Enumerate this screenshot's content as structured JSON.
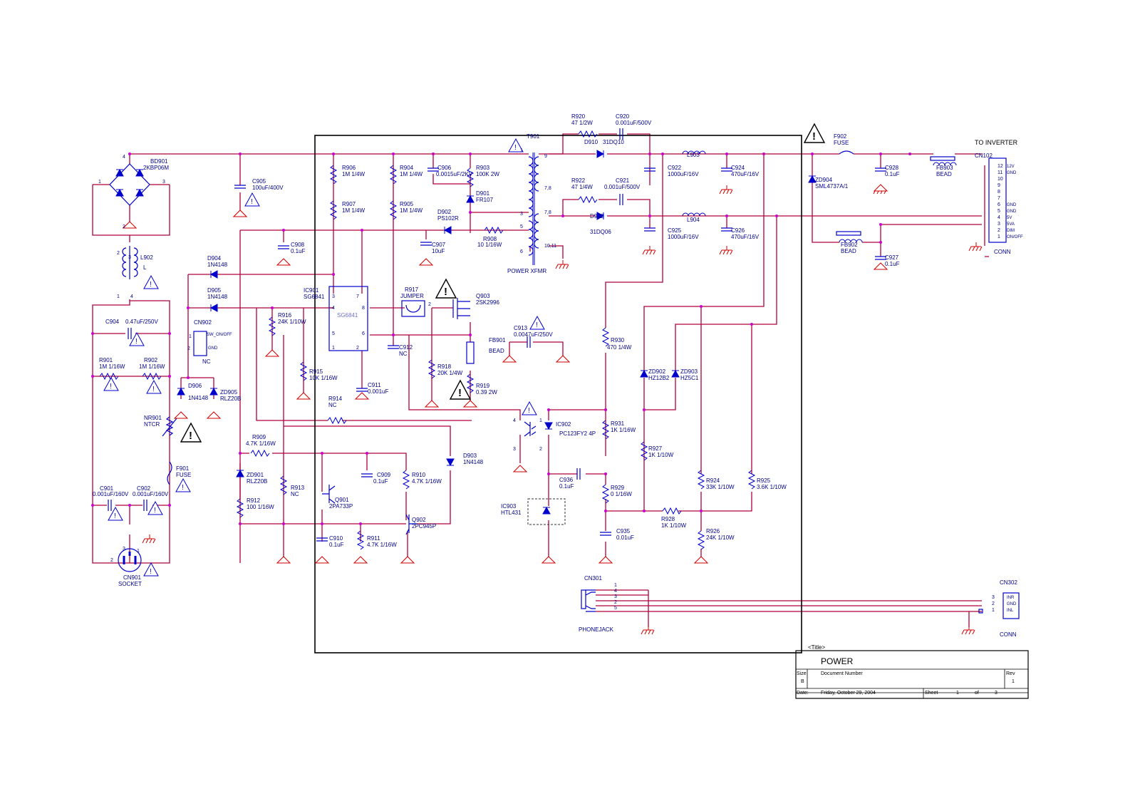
{
  "title_block": {
    "tag": "<Title>",
    "title": "POWER",
    "size_label": "Size",
    "size_value": "B",
    "docnum_label": "Document Number",
    "rev_label": "Rev",
    "rev_value": "1",
    "date_label": "Date:",
    "date_value": "Friday, October 29, 2004",
    "sheet_label": "Sheet",
    "sheet_value": "1",
    "of_label": "of",
    "of_value": "3"
  },
  "notes": {
    "to_inverter": "TO INVERTER",
    "power_xfmr": "POWER XFMR",
    "phonejack": "PHONEJACK"
  },
  "cn102": {
    "ref": "CN102",
    "type": "CONN",
    "pins": [
      {
        "n": "12",
        "sig": "12V"
      },
      {
        "n": "11",
        "sig": "GND"
      },
      {
        "n": "10",
        "sig": ""
      },
      {
        "n": "9",
        "sig": ""
      },
      {
        "n": "8",
        "sig": ""
      },
      {
        "n": "7",
        "sig": ""
      },
      {
        "n": "6",
        "sig": "GND"
      },
      {
        "n": "5",
        "sig": "GND"
      },
      {
        "n": "4",
        "sig": "5V"
      },
      {
        "n": "3",
        "sig": "5VA"
      },
      {
        "n": "2",
        "sig": "DIM"
      },
      {
        "n": "1",
        "sig": "ON/OFF"
      }
    ]
  },
  "cn302": {
    "ref": "CN302",
    "type": "CONN",
    "pins": [
      {
        "n": "3",
        "sig": "INR"
      },
      {
        "n": "2",
        "sig": "GND"
      },
      {
        "n": "1",
        "sig": "INL"
      }
    ]
  },
  "cn301": {
    "ref": "CN301",
    "pins": [
      "1",
      "4",
      "3",
      "2",
      "5"
    ]
  },
  "cn902": {
    "ref": "CN902",
    "sig1": "SW_ON/OFF",
    "sig2": "GND",
    "pin1": "1",
    "pin2": "2",
    "value": "NC"
  },
  "ic901": {
    "ref": "IC901",
    "part": "SG6841",
    "watermark": "SG6841",
    "pins": [
      "3",
      "7",
      "4",
      "8",
      "5",
      "6",
      "1",
      "2"
    ]
  },
  "components": [
    {
      "id": "bd901",
      "ref": "BD901",
      "val": "2KBP06M"
    },
    {
      "id": "c905",
      "ref": "C905",
      "val": "100uF/400V"
    },
    {
      "id": "l902",
      "ref": "L902",
      "val": "L"
    },
    {
      "id": "c904",
      "ref": "C904",
      "val": "0.47uF/250V"
    },
    {
      "id": "r901",
      "ref": "R901",
      "val": "1M   1/16W"
    },
    {
      "id": "r902",
      "ref": "R902",
      "val": "1M   1/16W"
    },
    {
      "id": "nr901",
      "ref": "NR901",
      "val": "NTCR"
    },
    {
      "id": "f901",
      "ref": "F901",
      "val": "FUSE"
    },
    {
      "id": "c901",
      "ref": "C901",
      "val": "0.001uF/160V"
    },
    {
      "id": "c902",
      "ref": "C902",
      "val": "0.001uF/160V"
    },
    {
      "id": "cn901",
      "ref": "CN901",
      "val": "SOCKET"
    },
    {
      "id": "d904",
      "ref": "D904",
      "val": "1N4148"
    },
    {
      "id": "d905",
      "ref": "D905",
      "val": "1N4148"
    },
    {
      "id": "d906",
      "ref": "D906",
      "val": "1N4148"
    },
    {
      "id": "zd905",
      "ref": "ZD905",
      "val": "RLZ20B"
    },
    {
      "id": "c908",
      "ref": "C908",
      "val": "0.1uF"
    },
    {
      "id": "r906",
      "ref": "R906",
      "val": "1M   1/4W"
    },
    {
      "id": "r907",
      "ref": "R907",
      "val": "1M   1/4W"
    },
    {
      "id": "r904",
      "ref": "R904",
      "val": "1M   1/4W"
    },
    {
      "id": "r905",
      "ref": "R905",
      "val": "1M   1/4W"
    },
    {
      "id": "c906",
      "ref": "C906",
      "val": "0.0015uF/2KV"
    },
    {
      "id": "r903",
      "ref": "R903",
      "val": "100K   2W"
    },
    {
      "id": "d901",
      "ref": "D901",
      "val": "FR107"
    },
    {
      "id": "d902",
      "ref": "D902",
      "val": "PS102R"
    },
    {
      "id": "c907",
      "ref": "C907",
      "val": "10uF"
    },
    {
      "id": "r908",
      "ref": "R908",
      "val": "10   1/16W"
    },
    {
      "id": "t901",
      "ref": "T901",
      "val": ""
    },
    {
      "id": "r916",
      "ref": "R916",
      "val": "24K   1/10W"
    },
    {
      "id": "r917",
      "ref": "R917",
      "val": "JUMPER"
    },
    {
      "id": "q903",
      "ref": "Q903",
      "val": "2SK2996"
    },
    {
      "id": "c912",
      "ref": "C912",
      "val": "NC"
    },
    {
      "id": "r915",
      "ref": "R915",
      "val": "10K   1/16W"
    },
    {
      "id": "c911",
      "ref": "C911",
      "val": "0.001uF"
    },
    {
      "id": "r918",
      "ref": "R918",
      "val": "20K   1/4W"
    },
    {
      "id": "fb901",
      "ref": "FB901",
      "val": "BEAD"
    },
    {
      "id": "r919",
      "ref": "R919",
      "val": "0.39   2W"
    },
    {
      "id": "c913",
      "ref": "C913",
      "val": "0.0047uF/250V"
    },
    {
      "id": "r914",
      "ref": "R914",
      "val": "NC"
    },
    {
      "id": "r909",
      "ref": "R909",
      "val": "4.7K   1/16W"
    },
    {
      "id": "zd901",
      "ref": "ZD901",
      "val": "RLZ20B"
    },
    {
      "id": "r912",
      "ref": "R912",
      "val": "100   1/16W"
    },
    {
      "id": "r913",
      "ref": "R913",
      "val": "NC"
    },
    {
      "id": "c909",
      "ref": "C909",
      "val": "0.1uF"
    },
    {
      "id": "r910",
      "ref": "R910",
      "val": "4.7K   1/16W"
    },
    {
      "id": "q901",
      "ref": "Q901",
      "val": "2PA733P"
    },
    {
      "id": "q902",
      "ref": "Q902",
      "val": "2PC945P"
    },
    {
      "id": "d903",
      "ref": "D903",
      "val": "1N4148"
    },
    {
      "id": "c910",
      "ref": "C910",
      "val": "0.1uF"
    },
    {
      "id": "r911",
      "ref": "R911",
      "val": "4.7K   1/16W"
    },
    {
      "id": "r920",
      "ref": "R920",
      "val": "47   1/2W"
    },
    {
      "id": "c920",
      "ref": "C920",
      "val": "0.001uF/500V"
    },
    {
      "id": "d910",
      "ref": "D910",
      "val": "31DQ10"
    },
    {
      "id": "r922",
      "ref": "R922",
      "val": "47   1/4W"
    },
    {
      "id": "c921",
      "ref": "C921",
      "val": "0.001uF/500V"
    },
    {
      "id": "d912",
      "ref": "D912",
      "val": "31DQ06"
    },
    {
      "id": "c922",
      "ref": "C922",
      "val": "1000uF/16V"
    },
    {
      "id": "c924",
      "ref": "C924",
      "val": "470uF/16V"
    },
    {
      "id": "c925",
      "ref": "C925",
      "val": "1000uF/16V"
    },
    {
      "id": "c926",
      "ref": "C926",
      "val": "470uF/16V"
    },
    {
      "id": "l903",
      "ref": "L903",
      "val": ""
    },
    {
      "id": "l904",
      "ref": "L904",
      "val": ""
    },
    {
      "id": "f902",
      "ref": "F902",
      "val": "FUSE"
    },
    {
      "id": "zd904",
      "ref": "ZD904",
      "val": "SML4737A/1"
    },
    {
      "id": "c928",
      "ref": "C928",
      "val": "0.1uF"
    },
    {
      "id": "fb903",
      "ref": "FB903",
      "val": "BEAD"
    },
    {
      "id": "fb902",
      "ref": "FB902",
      "val": "BEAD"
    },
    {
      "id": "c927",
      "ref": "C927",
      "val": "0.1uF"
    },
    {
      "id": "r930",
      "ref": "R930",
      "val": "470   1/4W"
    },
    {
      "id": "ic902",
      "ref": "IC902",
      "val": "PC123FY2 4P"
    },
    {
      "id": "r931",
      "ref": "R931",
      "val": "1K   1/16W"
    },
    {
      "id": "c936",
      "ref": "C936",
      "val": "0.1uF"
    },
    {
      "id": "r929",
      "ref": "R929",
      "val": "0   1/16W"
    },
    {
      "id": "ic903",
      "ref": "IC903",
      "val": "HTL431"
    },
    {
      "id": "c935",
      "ref": "C935",
      "val": "0.01uF"
    },
    {
      "id": "zd902",
      "ref": "ZD902",
      "val": "HZ12B2"
    },
    {
      "id": "zd903",
      "ref": "ZD903",
      "val": "HZ5C1"
    },
    {
      "id": "r927",
      "ref": "R927",
      "val": "1K   1/10W"
    },
    {
      "id": "r928",
      "ref": "R928",
      "val": "1K   1/10W"
    },
    {
      "id": "r924",
      "ref": "R924",
      "val": "33K   1/10W"
    },
    {
      "id": "r925",
      "ref": "R925",
      "val": "3.6K   1/10W"
    },
    {
      "id": "r926",
      "ref": "R926",
      "val": "24K   1/10W"
    }
  ],
  "pin_numbers": {
    "bd1": "1",
    "bd2": "2",
    "bd3": "3",
    "bd4": "4",
    "l1": "1",
    "l2": "2",
    "l3": "3",
    "l4": "4",
    "t1": "1",
    "t3": "3",
    "t5": "5",
    "t6": "6",
    "t9": "9",
    "t78a": "7,8",
    "t78b": "7,8",
    "t1011": "10,11",
    "ic2_1": "1",
    "ic2_2": "2",
    "ic2_3": "3",
    "ic2_4": "4",
    "r917_2": "2",
    "cn901_1": "1",
    "cn901_2": "2",
    "cn901_3": "3"
  }
}
